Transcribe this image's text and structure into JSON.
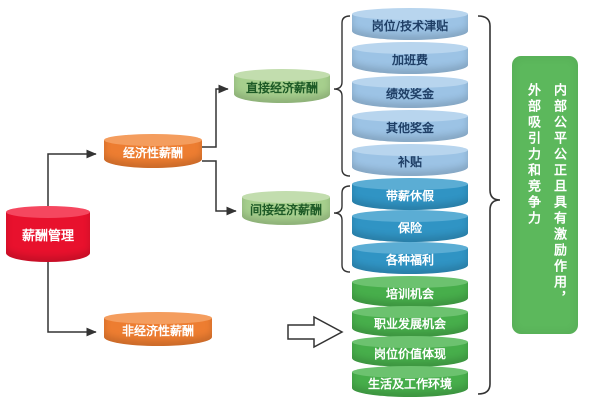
{
  "root_label": "薪酬管理",
  "economic_label": "经济性薪酬",
  "non_economic_label": "非经济性薪酬",
  "direct_label": "直接经济薪酬",
  "indirect_label": "间接经济薪酬",
  "direct_items": [
    "岗位/技术津贴",
    "加班费",
    "绩效奖金",
    "其他奖金",
    "补贴"
  ],
  "indirect_items": [
    "带薪休假",
    "保险",
    "各种福利"
  ],
  "non_economic_items": [
    "培训机会",
    "职业发展机会",
    "岗位价值体现",
    "生活及工作环境"
  ],
  "summary": {
    "col1": "内部公平公正且具有激励作用，",
    "col2": "外部吸引力和竞争力"
  },
  "colors": {
    "root": "#e8112d",
    "level1": "#ed7d31",
    "level2": "#a6cf8d",
    "direct_items": "#9cc3e5",
    "indirect_items": "#3094c4",
    "non_economic_items": "#47ae4b",
    "summary_box": "#5cb85c",
    "connector": "#333333"
  }
}
